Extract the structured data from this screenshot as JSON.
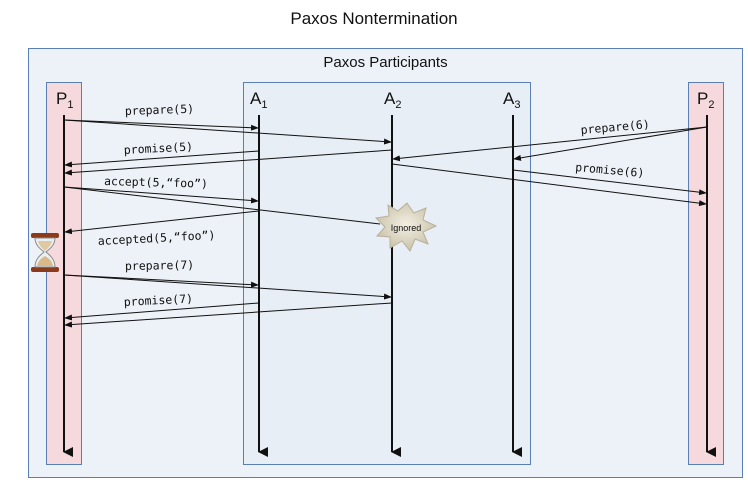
{
  "title": "Paxos Nontermination",
  "group_label": "Paxos Participants",
  "actors": {
    "p1": {
      "main": "P",
      "sub": "1"
    },
    "a1": {
      "main": "A",
      "sub": "1"
    },
    "a2": {
      "main": "A",
      "sub": "2"
    },
    "a3": {
      "main": "A",
      "sub": "3"
    },
    "p2": {
      "main": "P",
      "sub": "2"
    }
  },
  "messages": {
    "prepare5": "prepare(5)",
    "promise5": "promise(5)",
    "accept5": "accept(5,“foo”)",
    "accepted5": "accepted(5,“foo”)",
    "prepare7": "prepare(7)",
    "promise7": "promise(7)",
    "prepare6": "prepare(6)",
    "promise6": "promise(6)"
  },
  "ignored_label": "Ignored",
  "icons": {
    "hourglass": "hourglass-icon",
    "ignored": "ignored-cloud-icon"
  },
  "colors": {
    "lifeline": "#111111",
    "proposer_lane": "#f5d9dc",
    "acceptor_lane": "#e8eef6",
    "frame_border": "#5a7fb5"
  }
}
